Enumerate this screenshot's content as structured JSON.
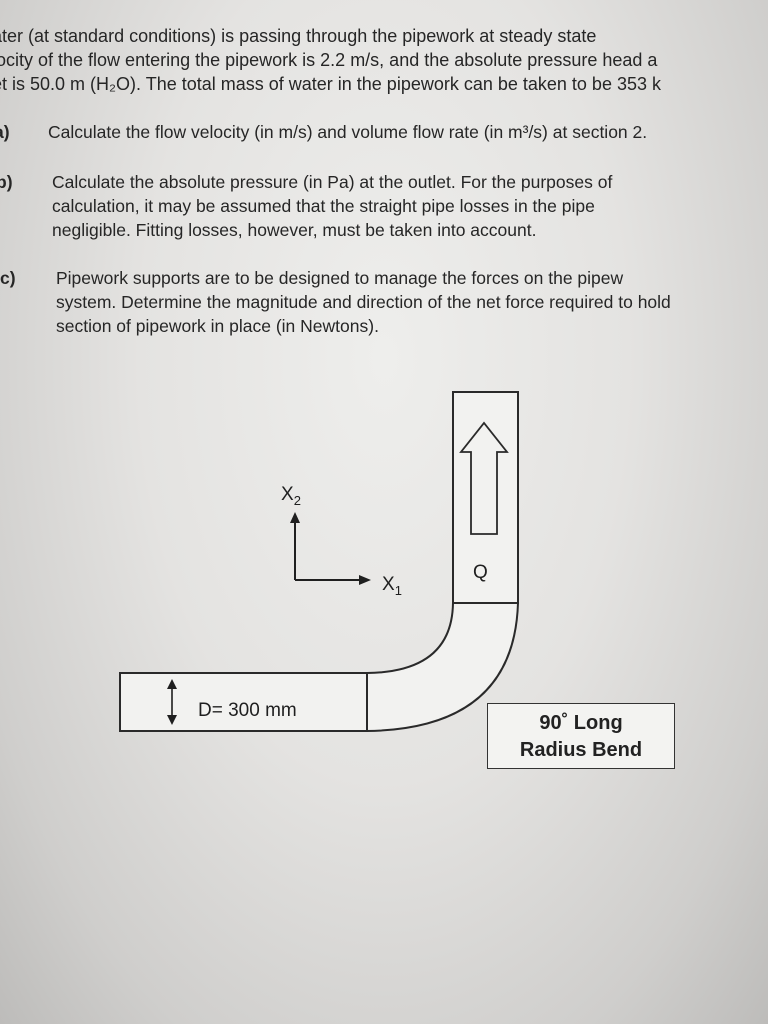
{
  "intro": {
    "line1": "ater (at standard conditions) is passing through the pipework at steady state",
    "line2": "locity of the flow entering the pipework is 2.2 m/s, and the absolute pressure head a",
    "line3": "et is 50.0 m (H₂O). The total mass of water in the pipework can be taken to be 353 k"
  },
  "questions": {
    "a": {
      "label": "a)",
      "line1": "Calculate the flow velocity (in m/s) and volume flow rate (in m³/s) at section 2."
    },
    "b": {
      "label": "b)",
      "line1": "Calculate the absolute pressure (in Pa) at the outlet. For the purposes of",
      "line2": "calculation, it may be assumed that the straight pipe losses in the pipe",
      "line3": "negligible. Fitting losses, however, must be taken into account."
    },
    "c": {
      "label": "c)",
      "line1": "Pipework supports are to be designed to manage the forces on the pipew",
      "line2": "system. Determine the magnitude and direction of the net force required to hold",
      "line3": "section of pipework in place (in Newtons)."
    }
  },
  "diagram": {
    "axis_x2": "X",
    "axis_x2_sub": "2",
    "axis_x1": "X",
    "axis_x1_sub": "1",
    "flow_label": "Q",
    "diameter_label": "D= 300 mm",
    "bend_label_line1": "90˚ Long",
    "bend_label_line2": "Radius Bend"
  }
}
